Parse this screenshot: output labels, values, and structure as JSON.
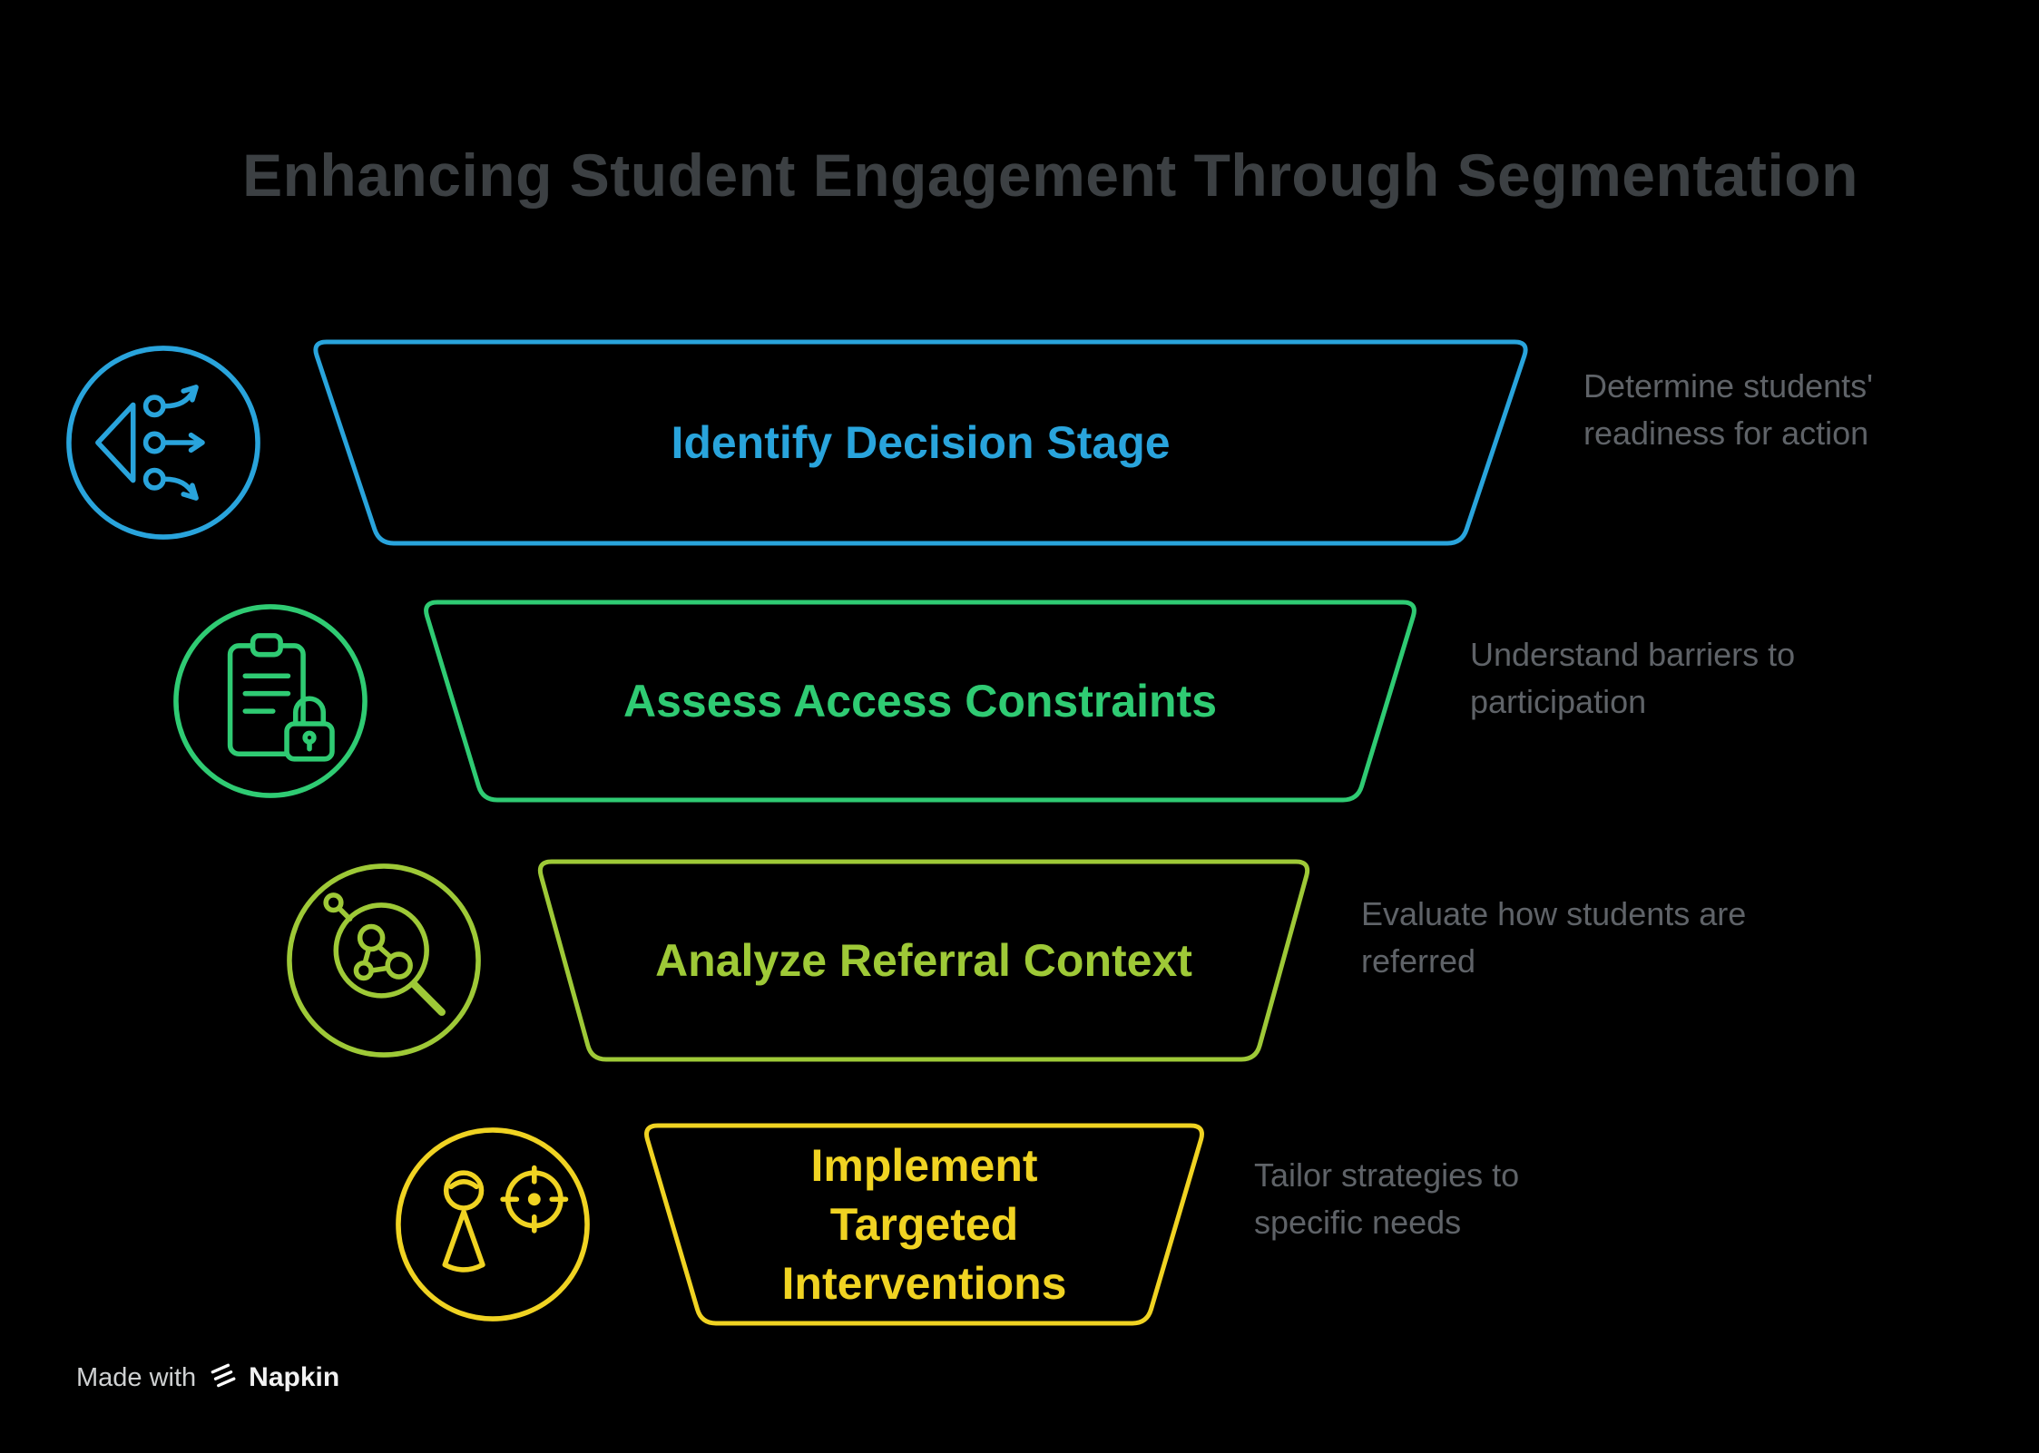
{
  "title": "Enhancing Student Engagement Through Segmentation",
  "stages": [
    {
      "label": "Identify Decision Stage",
      "description": "Determine students' readiness for action",
      "color": "#29A4DC",
      "icon": "decision-flow-icon"
    },
    {
      "label": "Assess Access Constraints",
      "description": "Understand barriers to participation",
      "color": "#2FCB73",
      "icon": "clipboard-lock-icon"
    },
    {
      "label": "Analyze Referral Context",
      "description": "Evaluate how students are referred",
      "color": "#9EC937",
      "icon": "network-magnifier-icon"
    },
    {
      "label": "Implement Targeted Interventions",
      "description": "Tailor strategies to specific needs",
      "color": "#F0D322",
      "icon": "person-target-icon"
    }
  ],
  "colors": {
    "background": "#000000",
    "title_text": "#3c4043",
    "description_text": "#5f6368"
  },
  "footer": {
    "made_with": "Made with",
    "brand": "Napkin"
  }
}
